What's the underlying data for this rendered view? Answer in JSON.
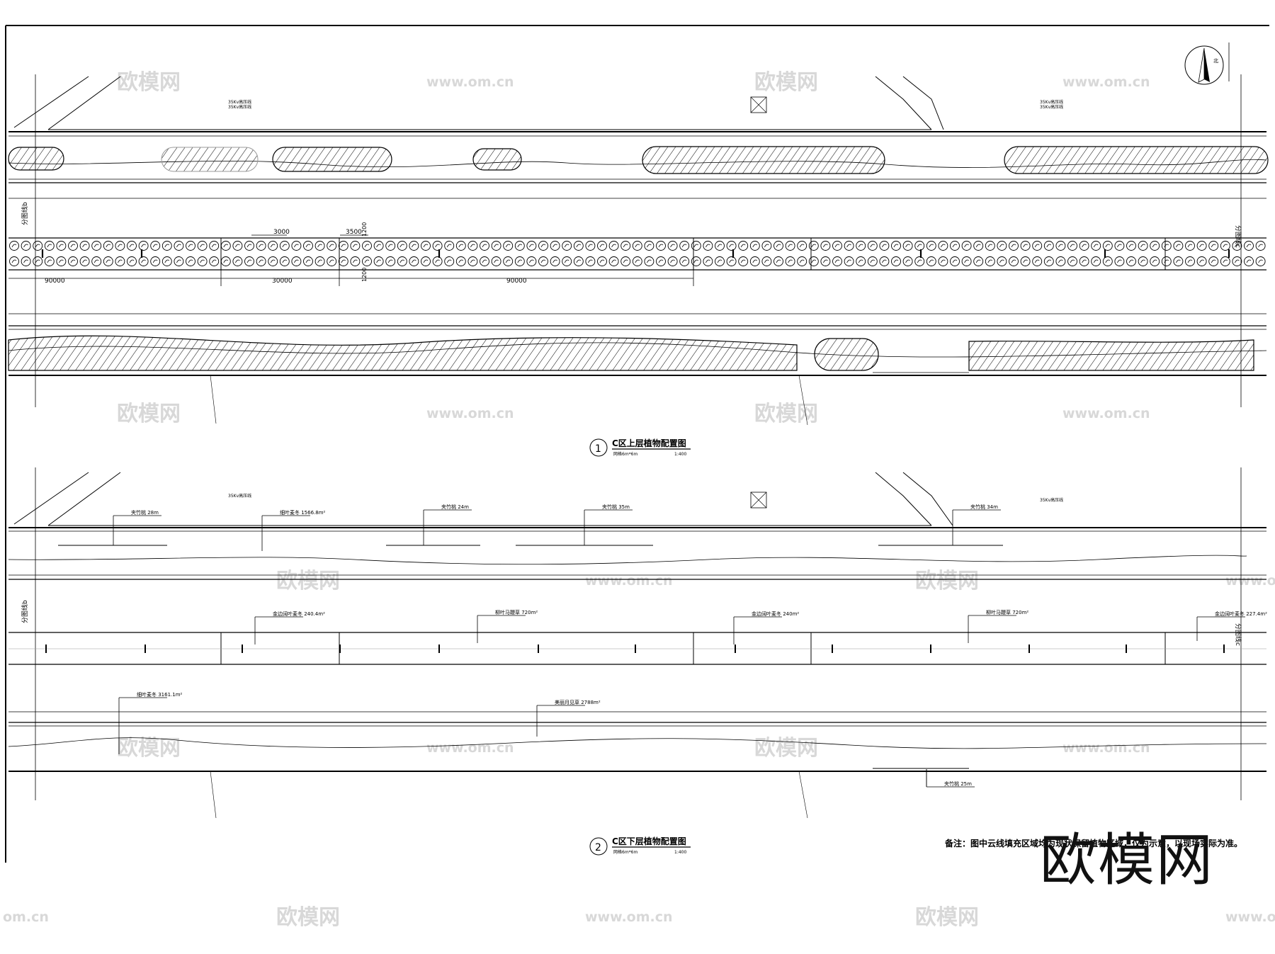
{
  "plan1": {
    "number": "1",
    "title": "C区上层植物配置图",
    "grid": "网格6m*6m",
    "scale": "1:400"
  },
  "plan2": {
    "number": "2",
    "title": "C区下层植物配置图",
    "grid": "网格6m*6m",
    "scale": "1:400"
  },
  "north_label": "北",
  "match_left": "分图线b",
  "match_right": "分图线c",
  "road_labels": {
    "line1": "35Kv高压线",
    "line2": "35Kv高压线"
  },
  "dimensions": {
    "d1": "3000",
    "d2": "3500",
    "d3": "1200",
    "d4": "1200",
    "span_a": "90000",
    "span_b": "30000",
    "span_c": "90000"
  },
  "shrub_callouts": [
    "夹竹桃 28m",
    "细叶麦冬 1566.8m²",
    "夹竹桃 24m",
    "夹竹桃 35m",
    "夹竹桃 34m",
    "金边阔叶麦冬 240.4m²",
    "柳叶马鞭草 720m²",
    "金边阔叶麦冬 240m²",
    "柳叶马鞭草 720m²",
    "金边阔叶麦冬 227.4m²",
    "细叶麦冬 3161.1m²",
    "美丽月见草 2788m²",
    "夹竹桃 25m"
  ],
  "note": "备注：图中云线填充区域均为现状保留植物区域，仅为示意，以现场实际为准。",
  "watermark": {
    "cn": "欧模网",
    "url": "www.om.cn",
    "url_short": "om.cn"
  },
  "logo": "欧模网"
}
